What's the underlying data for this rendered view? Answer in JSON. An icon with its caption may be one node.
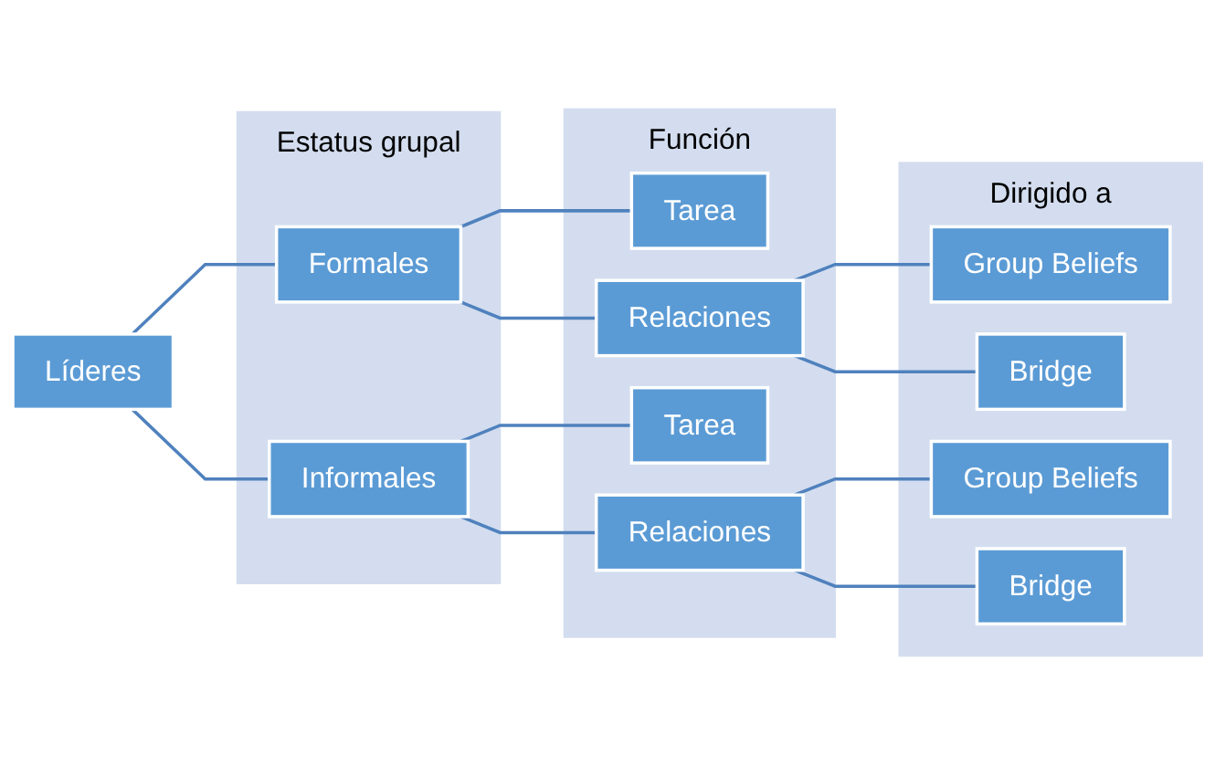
{
  "diagram": {
    "nodes": [
      {
        "text": [
          "Estatus grupal"
        ]
      },
      {
        "text": [
          "Función"
        ]
      },
      {
        "text": [
          "Dirigido a"
        ]
      },
      {
        "text": [
          "Líderes"
        ]
      },
      {
        "text": [
          "Formales"
        ],
        "in": 0
      },
      {
        "text": [
          "Informales"
        ],
        "in": 0
      },
      {
        "text": [
          "Tarea"
        ],
        "in": 1
      },
      {
        "text": [
          "Relaciones"
        ],
        "in": 1
      },
      {
        "text": [
          "Tarea"
        ],
        "in": 1
      },
      {
        "text": [
          "Relaciones"
        ],
        "in": 1
      },
      {
        "text": [
          "Group Beliefs"
        ],
        "in": 2
      },
      {
        "text": [
          "Bridge"
        ],
        "in": 2
      },
      {
        "text": [
          "Group Beliefs"
        ],
        "in": 2
      },
      {
        "text": [
          "Bridge"
        ],
        "in": 2
      }
    ],
    "edges": [
      {
        "from": 3,
        "to": 4,
        "arrow": "none"
      },
      {
        "from": 3,
        "to": 5,
        "arrow": "none"
      },
      {
        "from": 4,
        "to": 6,
        "arrow": "none"
      },
      {
        "from": 4,
        "to": 7,
        "arrow": "none"
      },
      {
        "from": 5,
        "to": 8,
        "arrow": "none"
      },
      {
        "from": 5,
        "to": 9,
        "arrow": "none"
      },
      {
        "from": 7,
        "to": 10,
        "arrow": "none"
      },
      {
        "from": 7,
        "to": 11,
        "arrow": "none"
      },
      {
        "from": 9,
        "to": 12,
        "arrow": "none"
      },
      {
        "from": 9,
        "to": 13,
        "arrow": "none"
      }
    ]
  }
}
